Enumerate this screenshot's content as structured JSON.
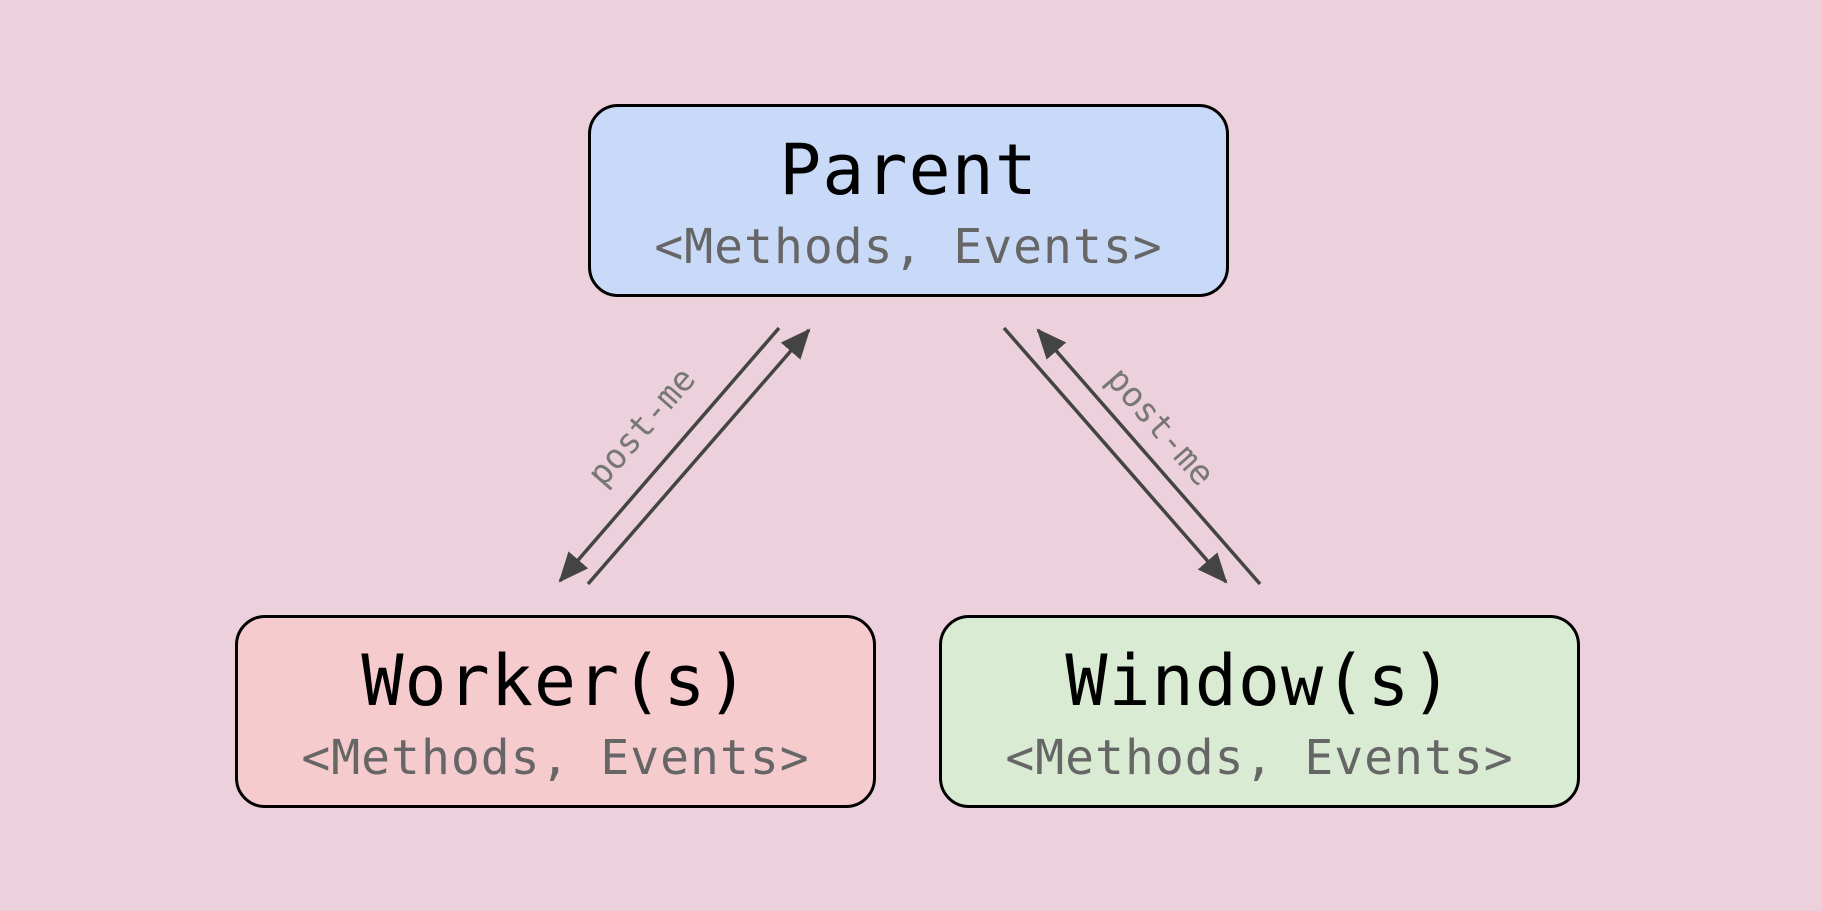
{
  "diagram": {
    "nodes": {
      "parent": {
        "title": "Parent",
        "subtitle": "<Methods, Events>"
      },
      "worker": {
        "title": "Worker(s)",
        "subtitle": "<Methods, Events>"
      },
      "window": {
        "title": "Window(s)",
        "subtitle": "<Methods, Events>"
      }
    },
    "edges": {
      "parent_worker": {
        "label": "post-me"
      },
      "parent_window": {
        "label": "post-me"
      }
    },
    "colors": {
      "background": "#ecd1dc",
      "parent_fill": "#c8daf8",
      "worker_fill": "#f5cbce",
      "window_fill": "#d9ebd3",
      "arrow": "#444444",
      "label": "#777777"
    }
  }
}
